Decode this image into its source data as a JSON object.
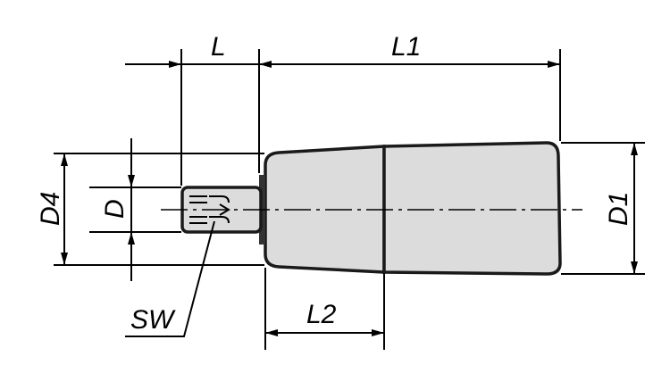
{
  "labels": {
    "L": "L",
    "L1": "L1",
    "L2": "L2",
    "D": "D",
    "D1": "D1",
    "D4": "D4",
    "SW": "SW"
  },
  "colors": {
    "body_fill": "#dcdcdc",
    "line": "#000000"
  }
}
